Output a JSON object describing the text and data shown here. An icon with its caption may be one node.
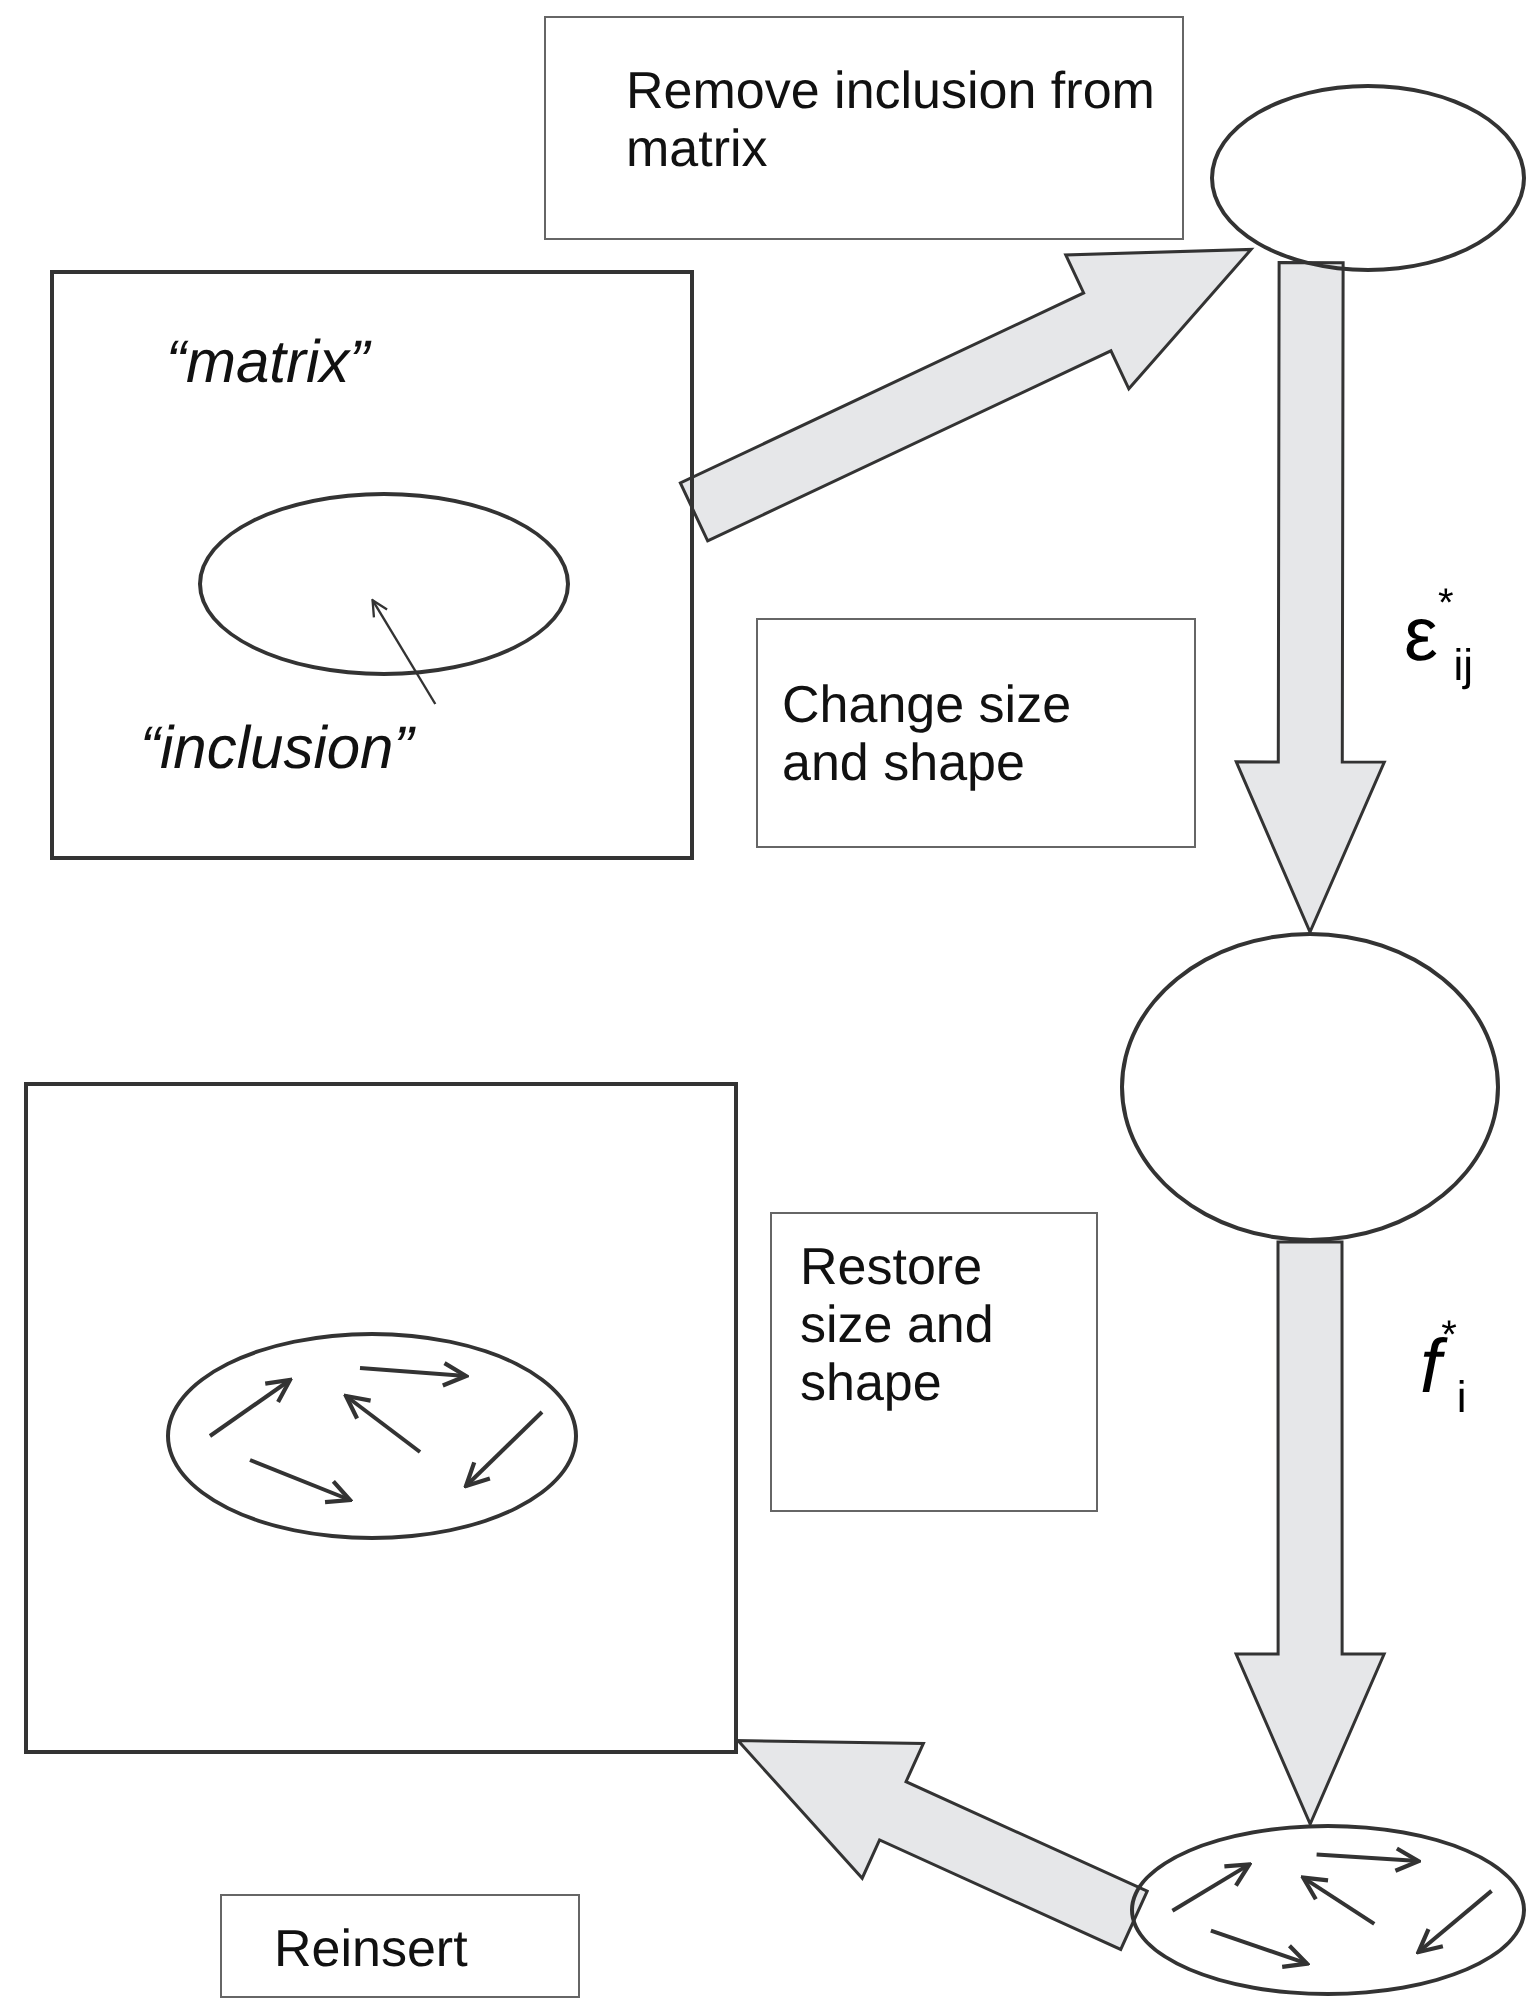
{
  "diagram": {
    "nodes": [
      {
        "text": [
          "“matrix”"
        ]
      },
      {
        "text": [],
        "shape": "ellipse",
        "in": 0
      },
      {
        "text": [
          "“inclusion”"
        ],
        "in": 0
      },
      {
        "text": [
          "Remove inclusion from matrix"
        ]
      },
      {
        "text": [],
        "shape": "ellipse"
      },
      {
        "text": [
          "Change size and shape"
        ]
      },
      {
        "text": [],
        "shape": "circle"
      },
      {
        "text": [
          "Restore size and shape"
        ]
      },
      {
        "text": [],
        "shape": "box"
      },
      {
        "text": [],
        "shape": "ellipse",
        "in": 8
      },
      {
        "text": [],
        "shape": "ellipse"
      },
      {
        "text": [
          "Reinsert"
        ]
      }
    ],
    "edges": [
      {
        "from": 0,
        "to": 4,
        "arrow": "to",
        "style": "thick"
      },
      {
        "from": 4,
        "to": 6,
        "arrow": "to",
        "style": "thick",
        "label": "ε$^{*}$$_{ij}$"
      },
      {
        "from": 6,
        "to": 10,
        "arrow": "to",
        "style": "thick",
        "label": "*f*$^{*}$$_{i}$"
      },
      {
        "from": 10,
        "to": 8,
        "arrow": "to",
        "style": "thick"
      },
      {
        "from": 2,
        "to": 1,
        "arrow": "to"
      }
    ]
  }
}
